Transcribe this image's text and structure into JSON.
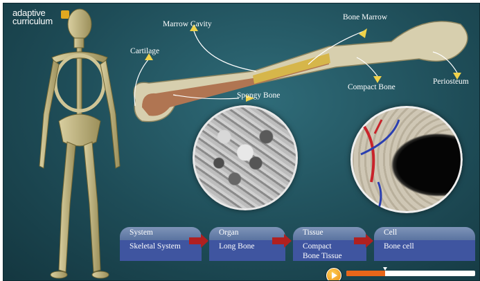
{
  "logo": {
    "line1": "adaptive",
    "line2": "curriculum"
  },
  "labels": {
    "marrow_cavity": "Marrow Cavity",
    "bone_marrow": "Bone Marrow",
    "cartilage": "Cartilage",
    "spongy_bone": "Spongy Bone",
    "compact_bone": "Compact Bone",
    "periosteum": "Periosteum"
  },
  "hierarchy": [
    {
      "category": "System",
      "value": "Skeletal System"
    },
    {
      "category": "Organ",
      "value": "Long Bone"
    },
    {
      "category": "Tissue",
      "value": "Compact\nBone Tissue"
    },
    {
      "category": "Cell",
      "value": "Bone cell"
    }
  ],
  "player": {
    "progress": 0.3
  },
  "colors": {
    "accent": "#e8661a",
    "button": "#3f55a0",
    "label_arrow": "#f0d24a"
  }
}
